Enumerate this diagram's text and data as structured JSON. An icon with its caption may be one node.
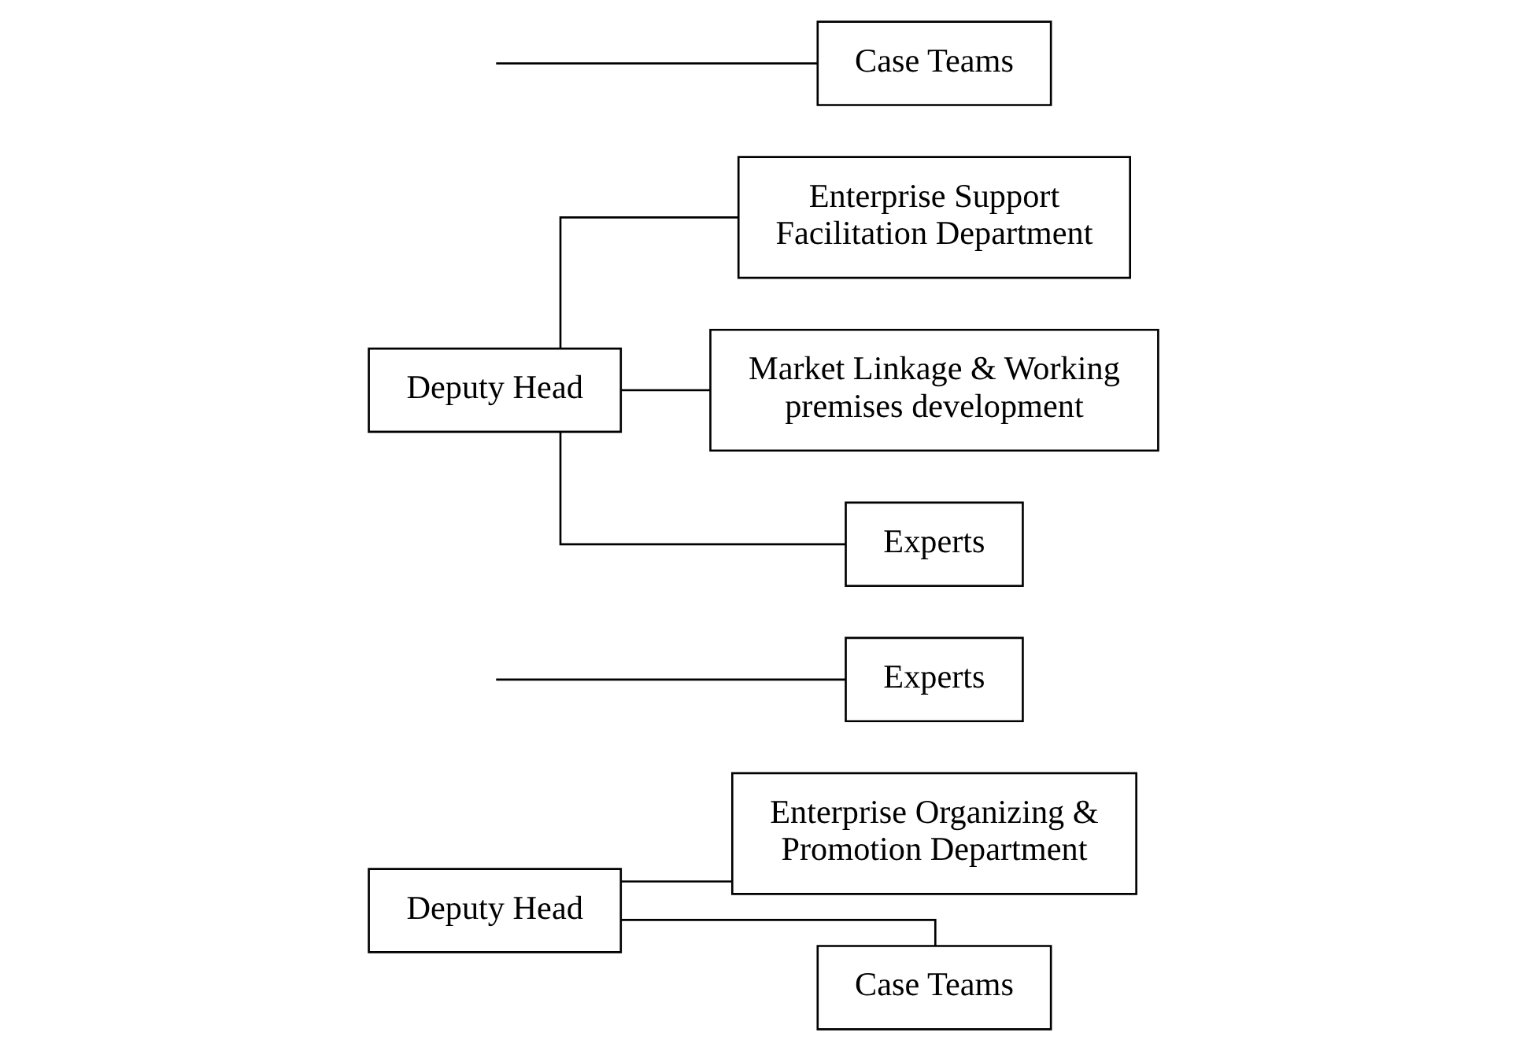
{
  "diagram": {
    "nodes": [
      {
        "text": [
          "Deputy Head"
        ]
      },
      {
        "text": [
          "Enterprise Organizing & Promotion Department"
        ]
      },
      {
        "text": [
          "Case Teams"
        ]
      },
      {
        "text": [
          "Experts"
        ]
      },
      {
        "text": [
          "Deputy Head"
        ]
      },
      {
        "text": [
          "Enterprise Support Facilitation Department"
        ]
      },
      {
        "text": [
          "Market Linkage & Working premises development"
        ]
      },
      {
        "text": [
          "Case Teams"
        ]
      },
      {
        "text": [
          "Experts"
        ]
      }
    ],
    "edges": [
      {
        "from": 0,
        "to": 1,
        "arrow": "none"
      },
      {
        "from": 0,
        "to": 2,
        "arrow": "none"
      },
      {
        "from": null,
        "to": 3,
        "arrow": "none"
      },
      {
        "from": 4,
        "to": 5,
        "arrow": "none"
      },
      {
        "from": 4,
        "to": 6,
        "arrow": "none"
      },
      {
        "from": null,
        "to": 7,
        "arrow": "none"
      },
      {
        "from": 4,
        "to": 8,
        "arrow": "none"
      }
    ]
  }
}
